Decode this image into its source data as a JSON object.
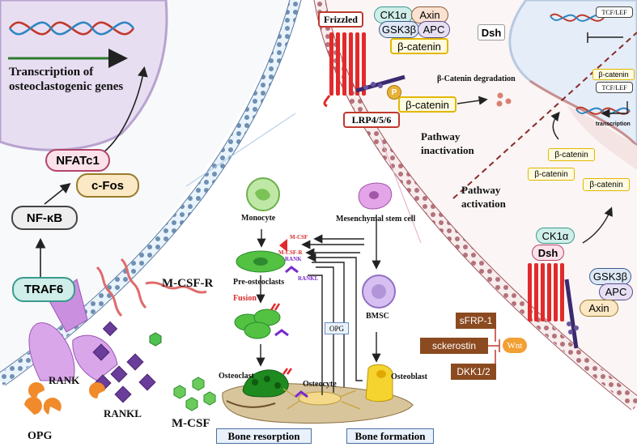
{
  "left_panel": {
    "transcription": "Transcription of\nosteoclastogenic genes",
    "nfatc1": "NFATc1",
    "cfos": "c-Fos",
    "nfkb": "NF-κB",
    "traf6": "TRAF6",
    "mcsfr": "M-CSF-R",
    "rank": "RANK",
    "rankl": "RANKL",
    "opg": "OPG",
    "mcsf": "M-CSF"
  },
  "center_panel": {
    "monocyte": "Monocyte",
    "pre_osteoclasts": "Pre-osteoclasts",
    "fusion": "Fusion",
    "osteoclast": "Osteoclast",
    "osteocyte": "Osteocyte",
    "osteoblast": "Osteoblast",
    "msc": "Mesenchymal stem cell",
    "bmsc": "BMSC",
    "opg_box": "OPG",
    "mcsf_small": "M-CSF",
    "mcsfr_small": "M-CSF-R",
    "rank_small": "RANK",
    "rankl_small": "RANKL",
    "bone_resorption": "Bone resorption",
    "bone_formation": "Bone formation"
  },
  "right_panel": {
    "frizzled": "Frizzled",
    "ck1a": "CK1α",
    "axin": "Axin",
    "gsk3b": "GSK3β",
    "apc": "APC",
    "beta_catenin": "β-catenin",
    "dsh": "Dsh",
    "tcf_lef": "TCF/LEF",
    "p": "P",
    "degradation": "β-Catenin degradation",
    "lrp": "LRP4/5/6",
    "inactivation": "Pathway\ninactivation",
    "activation": "Pathway\nactivation",
    "transcription_small": "transcription",
    "sfrp1": "sFRP-1",
    "sclerostin": "sckerostin",
    "dkk": "DKK1/2",
    "wnt": "Wnt"
  },
  "colors": {
    "teal_fill": "#cfeee9",
    "teal_stroke": "#3a9a8c",
    "pink_fill": "#fbe1ea",
    "pink_stroke": "#b3456b",
    "tan_fill": "#fbe8c4",
    "tan_stroke": "#9a7a2c",
    "yellow_fill": "#fffbe0",
    "yellow_stroke": "#e0b800",
    "brown_box": "#8b4a1f",
    "wnt_orange": "#f2a033"
  }
}
